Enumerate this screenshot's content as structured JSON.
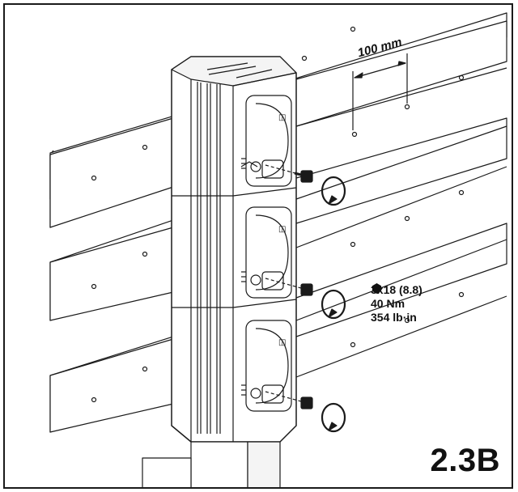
{
  "dimension": {
    "label": "100 mm"
  },
  "torque": {
    "quantity": "3x",
    "bolt_size": "18 (8.8)",
    "torque_nm": "40 Nm",
    "torque_lbin": "354 lb·in",
    "hex_icon": "hex-head-icon"
  },
  "figure": {
    "id": "2.3B"
  },
  "colors": {
    "line": "#1a1a1a",
    "background": "#ffffff"
  }
}
